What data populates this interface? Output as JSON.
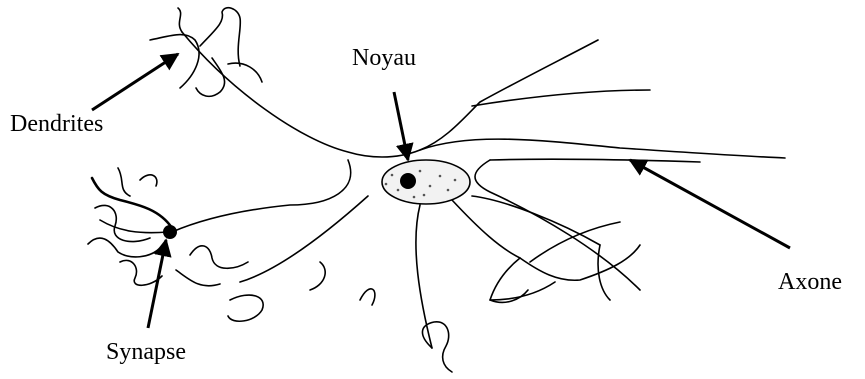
{
  "labels": {
    "noyau": "Noyau",
    "dendrites": "Dendrites",
    "synapse": "Synapse",
    "axone": "Axone"
  },
  "colors": {
    "stroke": "#000000",
    "nucleus_fill": "#e8e8e8",
    "background": "#ffffff"
  }
}
